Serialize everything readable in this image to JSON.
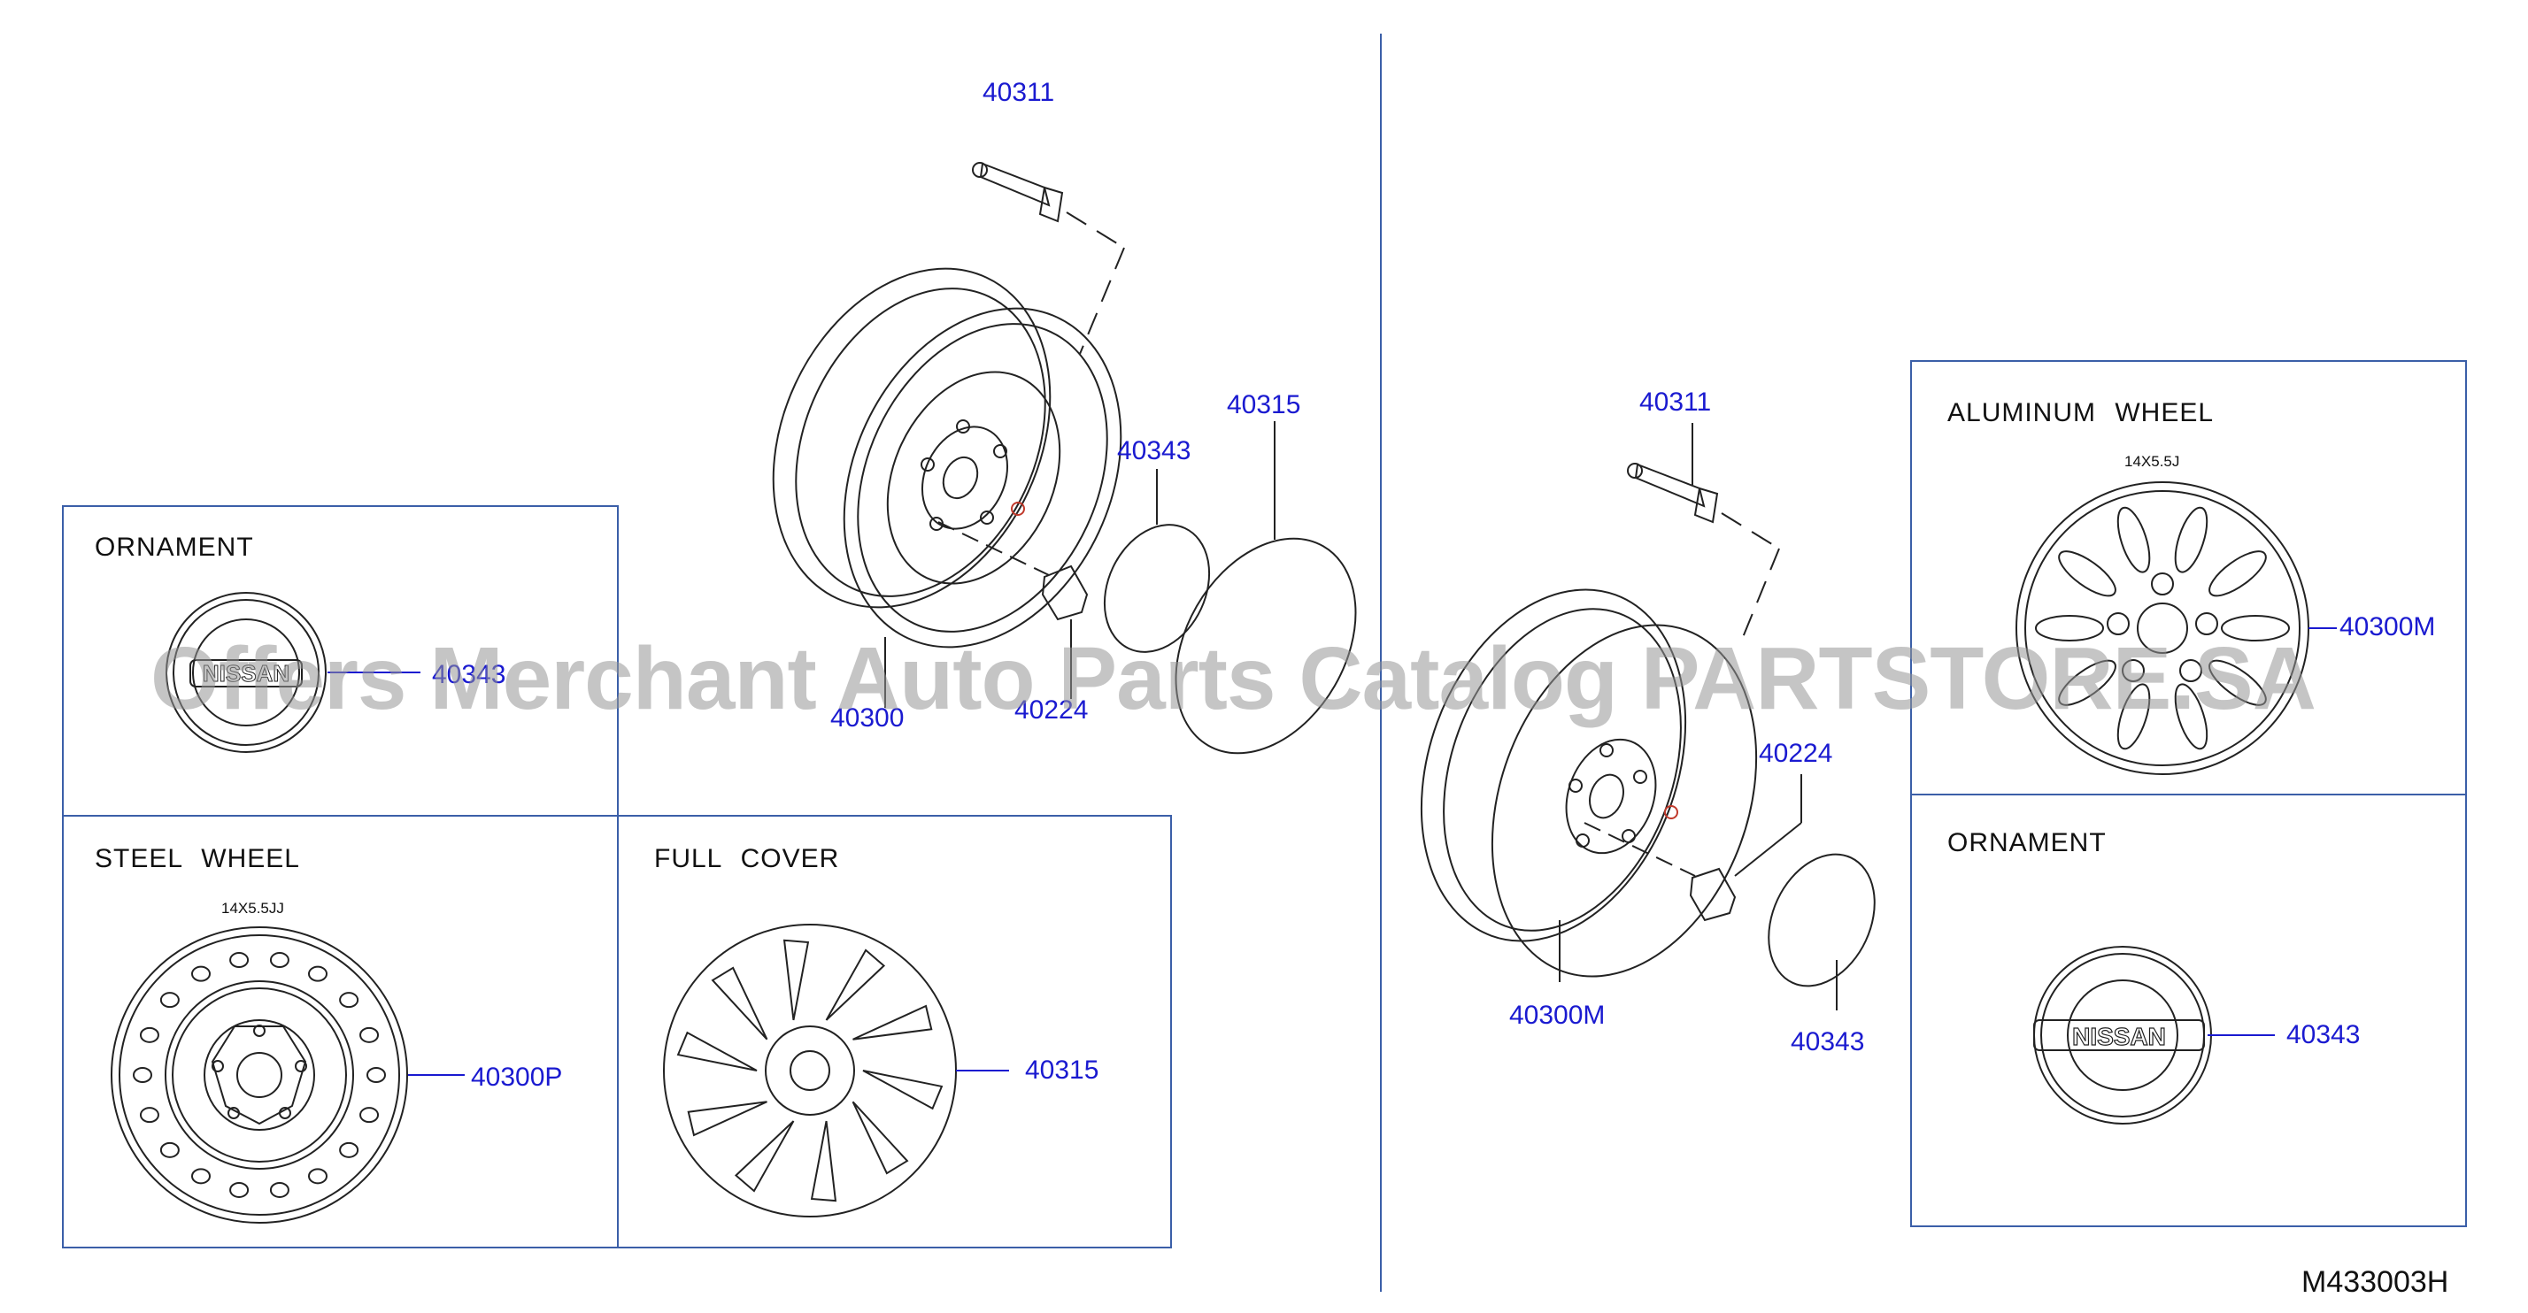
{
  "watermark": "Offers Merchant Auto Parts Catalog PARTSTORE.SA",
  "diagram_code": "M433003H",
  "colors": {
    "label": "#1a1ad0",
    "frame": "#3b5fa8",
    "ink": "#222222",
    "watermark": "#969696"
  },
  "panels": {
    "ornament_left": "ORNAMENT",
    "steel_wheel": "STEEL   WHEEL",
    "steel_wheel_size": "14X5.5JJ",
    "full_cover": "FULL   COVER",
    "aluminum_wheel": "ALUMINUM   WHEEL",
    "aluminum_wheel_size": "14X5.5J",
    "ornament_right": "ORNAMENT"
  },
  "callouts": {
    "l_valve": "40311",
    "l_wheel": "40300",
    "l_nut": "40224",
    "l_ornament": "40343",
    "l_cover": "40315",
    "p_ornament": "40343",
    "p_steel": "40300P",
    "p_cover": "40315",
    "r_valve": "40311",
    "r_wheel": "40300M",
    "r_nut": "40224",
    "r_ornament": "40343",
    "p_alu": "40300M",
    "p_ornament_r": "40343"
  },
  "emblem_text": "NISSAN"
}
